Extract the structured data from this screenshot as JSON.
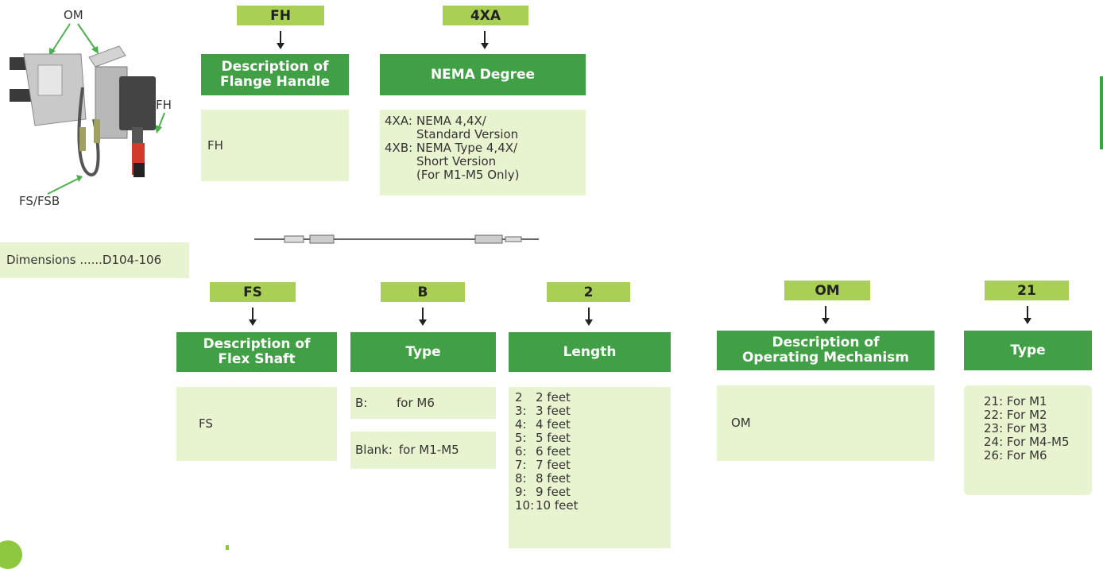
{
  "photo": {
    "om_label": "OM",
    "fh_label": "FH",
    "fs_label": "FS/FSB"
  },
  "dimensions": "Dimensions ......D104-106",
  "flange_handle": {
    "code": "FH",
    "heading_line1": "Description of",
    "heading_line2": "Flange Handle",
    "value": "FH"
  },
  "nema": {
    "code": "4XA",
    "heading": "NEMA Degree",
    "entries": [
      {
        "key": "4XA:",
        "lines": [
          "NEMA 4,4X/",
          "Standard Version"
        ]
      },
      {
        "key": "4XB:",
        "lines": [
          "NEMA Type 4,4X/",
          "Short Version",
          "(For M1-M5 Only)"
        ]
      }
    ]
  },
  "flex_shaft": {
    "code": "FS",
    "heading_line1": "Description of",
    "heading_line2": "Flex Shaft",
    "value": "FS"
  },
  "type_b": {
    "code": "B",
    "heading": "Type",
    "option1_key": "B:",
    "option1_val": "for M6",
    "option2_key": "Blank:",
    "option2_val": "for M1-M5"
  },
  "length": {
    "code": "2",
    "heading": "Length",
    "entries": [
      {
        "key": "2",
        "val": "2 feet"
      },
      {
        "key": "3:",
        "val": "3 feet"
      },
      {
        "key": "4:",
        "val": "4 feet"
      },
      {
        "key": "5:",
        "val": "5 feet"
      },
      {
        "key": "6:",
        "val": "6 feet"
      },
      {
        "key": "7:",
        "val": "7 feet"
      },
      {
        "key": "8:",
        "val": "8 feet"
      },
      {
        "key": "9:",
        "val": "9 feet"
      },
      {
        "key": "10:",
        "val": "10 feet"
      }
    ]
  },
  "operating_mechanism": {
    "code": "OM",
    "heading_line1": "Description of",
    "heading_line2": "Operating Mechanism",
    "value": "OM"
  },
  "type_21": {
    "code": "21",
    "heading": "Type",
    "entries": [
      "21: For M1",
      "22: For M2",
      "23: For M3",
      "24: For M4-M5",
      "26: For M6"
    ]
  },
  "colors": {
    "code_bg": "#a9cf54",
    "heading_bg": "#41a046",
    "box_bg": "#e8f4cf",
    "arrow_green": "#4caf50"
  }
}
